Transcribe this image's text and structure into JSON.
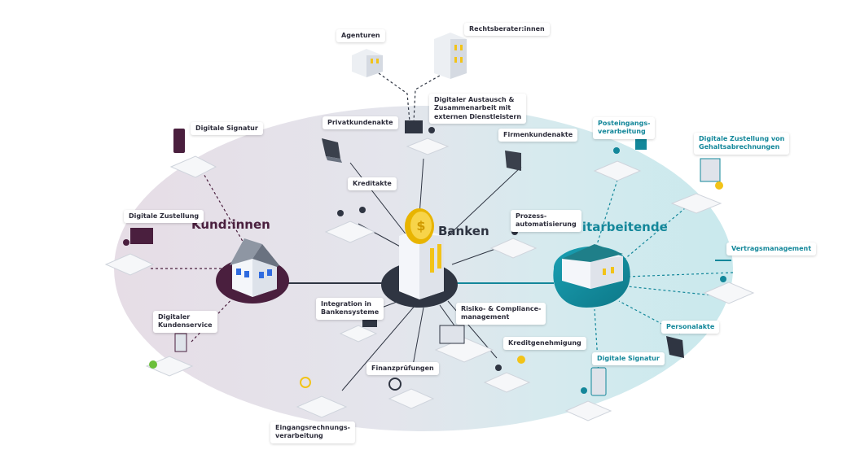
{
  "hubs": {
    "customers": "Kund:innen",
    "banks": "Banken",
    "employees": "Mitarbeitende"
  },
  "labels": {
    "agenturen": "Agenturen",
    "rechtsberater": "Rechtsberater:innen",
    "digitaler_austausch": "Digitaler Austausch &\nZusammenarbeit mit\nexternen Dienstleistern",
    "privatkundenakte": "Privatkundenakte",
    "firmenkundenakte": "Firmenkundenakte",
    "kreditakte": "Kreditakte",
    "prozessautomatisierung": "Prozess-\nautomatisierung",
    "integration": "Integration in\nBankensysteme",
    "risiko": "Risiko- & Compliance-\nmanagement",
    "kreditgenehmigung": "Kreditgenehmigung",
    "finanzpruefungen": "Finanzprüfungen",
    "eingangsrechnung": "Eingangsrechnungs-\nverarbeitung",
    "digitale_signatur_kunde": "Digitale Signatur",
    "digitale_zustellung": "Digitale Zustellung",
    "digitaler_kundenservice": "Digitaler\nKundenservice",
    "posteingang": "Posteingangs-\nverarbeitung",
    "zustellung_gehalt": "Digitale Zustellung von\nGehaltsabrechnungen",
    "vertragsmanagement": "Vertragsmanagement",
    "personalakte": "Personalakte",
    "digitale_signatur_mitarbeiter": "Digitale Signatur"
  },
  "colors": {
    "customers_accent": "#4a1f3e",
    "banks_accent": "#2f3542",
    "employees_accent": "#13879a",
    "coin": "#f2c318",
    "label_text": "#2c2c3a"
  },
  "icons": [
    "house-icon",
    "bank-building-icon",
    "office-building-icon",
    "coin-icon",
    "desk-worker-icon",
    "folder-icon",
    "agency-building-icon"
  ]
}
